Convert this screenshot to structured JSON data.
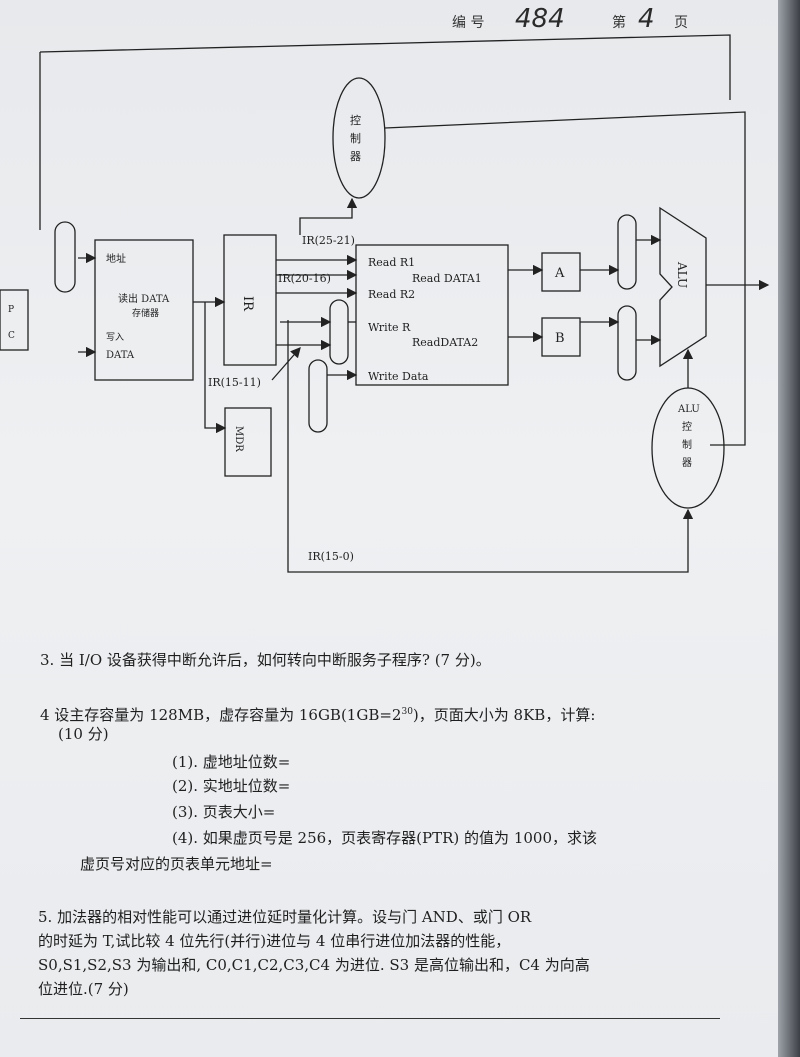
{
  "header": {
    "label_no": "编 号",
    "no_value": "484",
    "label_page": "第",
    "page_value": "4",
    "label_unit": "页"
  },
  "diagram": {
    "controller": [
      "控",
      "制",
      "器"
    ],
    "pc": [
      "P",
      "C"
    ],
    "memory": {
      "addr": "地址",
      "read_data": "读出 DATA",
      "store": "存储器",
      "write": "写入",
      "data": "DATA"
    },
    "ir": "IR",
    "mdr": "MDR",
    "regfile": {
      "read_r1": "Read R1",
      "read_data1": "Read DATA1",
      "read_r2": "Read R2",
      "write_r": "Write R",
      "read_data2": "ReadDATA2",
      "write_data": "Write Data"
    },
    "ir_fields": {
      "f25_21": "IR(25-21)",
      "f20_16": "IR(20-16)",
      "f15_11": "IR(15-11)",
      "f15_0": "IR(15-0)"
    },
    "reg_a": "A",
    "reg_b": "B",
    "alu": "ALU",
    "alu_ctrl": [
      "ALU",
      "控",
      "制",
      "器"
    ]
  },
  "questions": {
    "q3": "3.   当 I/O 设备获得中断允许后，如何转向中断服务子程序? (7 分)。",
    "q4_l1a": "4 设主存容量为 128MB，虚存容量为 16GB(1GB=2",
    "q4_sup": "30",
    "q4_l1b": ")，页面大小为 8KB，计算:",
    "q4_l2": "(10 分)",
    "q4_i1": "(1). 虚地址位数=",
    "q4_i2": "(2). 实地址位数=",
    "q4_i3": "(3). 页表大小=",
    "q4_i4": "(4). 如果虚页号是 256，页表寄存器(PTR) 的值为 1000，求该",
    "q4_i5": "虚页号对应的页表单元地址=",
    "q5_l1": "5. 加法器的相对性能可以通过进位延时量化计算。设与门 AND、或门 OR",
    "q5_l2": "的时延为 T,试比较 4 位先行(并行)进位与 4 位串行进位加法器的性能，",
    "q5_l3": "S0,S1,S2,S3 为输出和, C0,C1,C2,C3,C4 为进位. S3 是高位输出和，C4 为向高",
    "q5_l4": "位进位.(7 分)"
  }
}
